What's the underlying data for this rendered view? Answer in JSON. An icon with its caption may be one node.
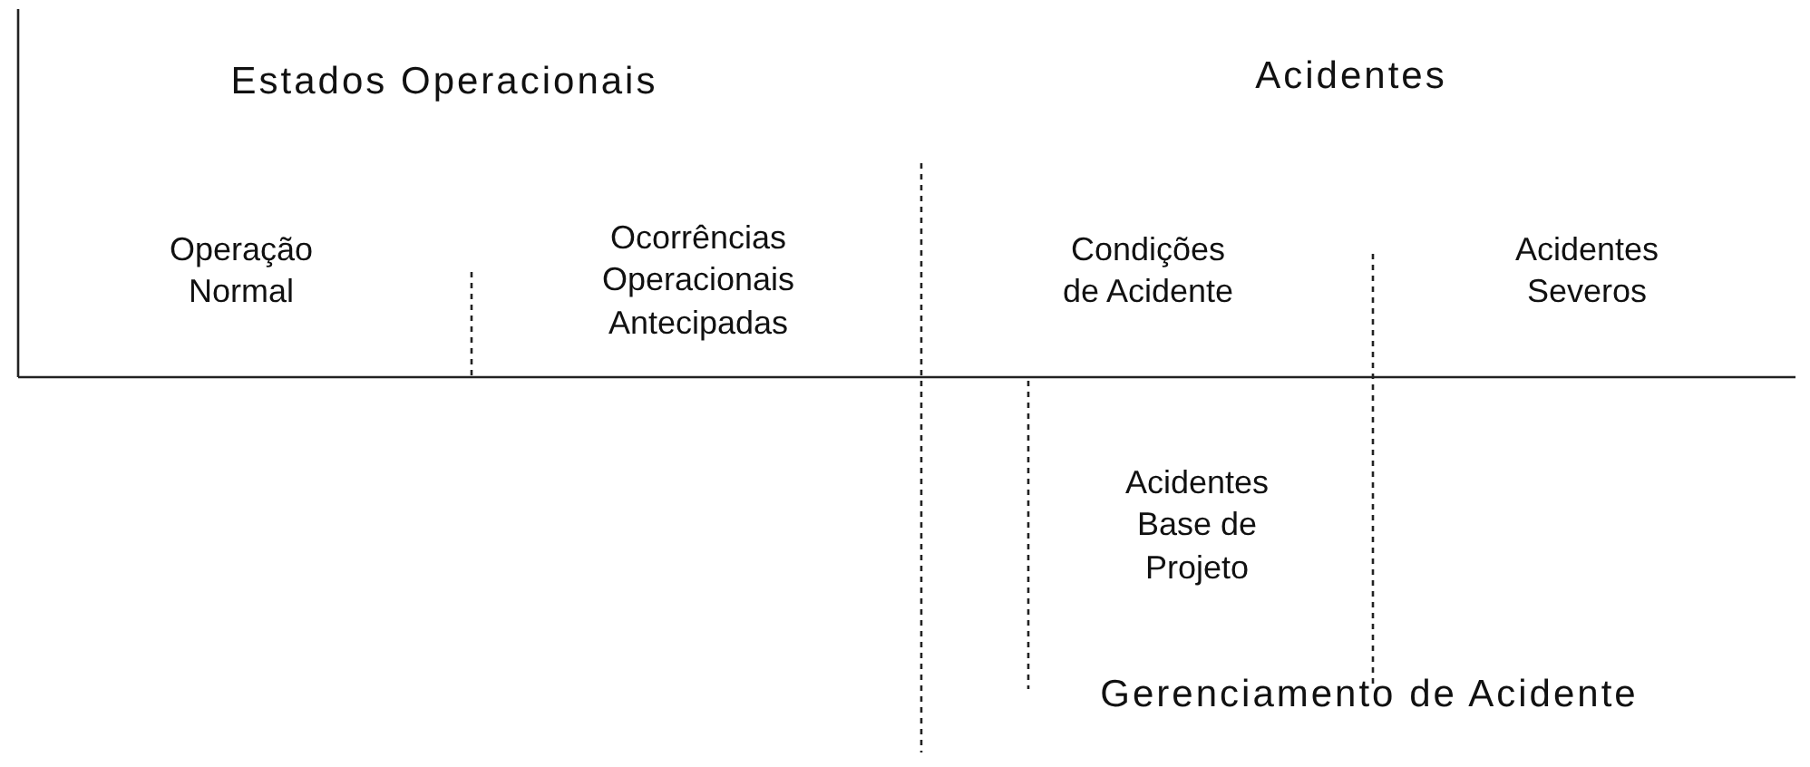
{
  "diagram": {
    "labels": [
      "Estados Operacionais",
      "Acidentes",
      "Operação Normal",
      "Ocorrências Operacionais Antecipadas",
      "Condições de Acidente",
      "Acidentes Severos",
      "Acidentes Base de Projeto",
      "Gerenciamento de Acidente"
    ]
  }
}
